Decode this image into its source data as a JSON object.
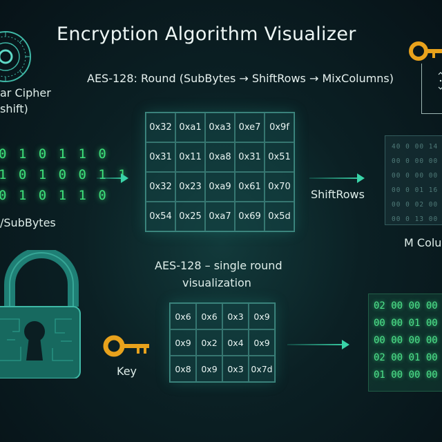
{
  "header": {
    "title": "Encryption Algorithm Visualizer",
    "subtitle": "AES-128: Round (SubBytes → ShiftRows → MixColumns)"
  },
  "left_panel": {
    "cipher_label_line1": "ar Cipher",
    "cipher_label_line2": "shift)",
    "binary_rows": [
      "0 1 0 1 1 0",
      "1 0 1 0 0 1 1",
      "0 1 0 1 1 0"
    ],
    "subbytes_label": "/SubBytes"
  },
  "state_matrix": {
    "rows": [
      [
        "0x32",
        "0xa1",
        "0xa3",
        "0xe7",
        "0x9f"
      ],
      [
        "0x31",
        "0x11",
        "0xa8",
        "0x31",
        "0x51"
      ],
      [
        "0x32",
        "0x23",
        "0xa9",
        "0x61",
        "0x70"
      ],
      [
        "0x54",
        "0x25",
        "0xa7",
        "0x69",
        "0x5d"
      ]
    ]
  },
  "shiftrows_label": "ShiftRows",
  "mixcolumns_panel": {
    "rows": [
      "40  0  00 14",
      "00  0  00 00",
      "00  0  00 00",
      "00  0  01 16",
      "00  0  02 00",
      "00  0  13 00"
    ],
    "label": "M Colu"
  },
  "round_caption": {
    "line1": "AES-128 – single round",
    "line2": "visualization"
  },
  "key_matrix": {
    "rows": [
      [
        "0x6",
        "0x6",
        "0x3",
        "0x9"
      ],
      [
        "0x9",
        "0x2",
        "0x4",
        "0x9"
      ],
      [
        "0x8",
        "0x9",
        "0x3",
        "0x7d"
      ]
    ]
  },
  "key_label": "Key",
  "output_panel": {
    "rows": [
      "02 00 00 00",
      "00 00 01 00",
      "00 00 00 00",
      "02 00 01 00",
      "01 00 00 00"
    ]
  },
  "colors": {
    "accent": "#39d3a8",
    "binary_green": "#3ee07a",
    "key_gold": "#e8a21c",
    "lock_teal": "#1f7f75"
  }
}
